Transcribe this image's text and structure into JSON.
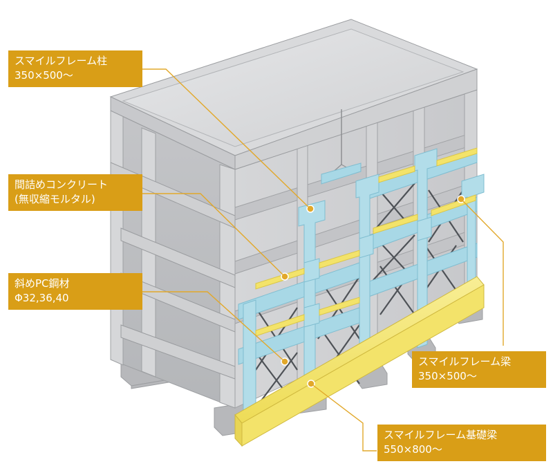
{
  "colors": {
    "concrete_light": "#dcdddf",
    "concrete_mid": "#c9cacc",
    "concrete_dark": "#a6a8ab",
    "frame_blue": "#a8d8e6",
    "frame_blue_dark": "#7fbdd0",
    "foundation_yellow": "#f3e36a",
    "callout_bg": "#d99e17",
    "leader_line": "#e2a82a",
    "callout_text": "#ffffff"
  },
  "labels": {
    "column": {
      "title": "スマイルフレーム柱",
      "size": "350×500～"
    },
    "infill": {
      "title": "間詰めコンクリート",
      "sub": "(無収縮モルタル)"
    },
    "pc_steel": {
      "title": "斜めPC鋼材",
      "size": "Φ32,36,40"
    },
    "beam": {
      "title": "スマイルフレーム梁",
      "size": "350×500～"
    },
    "foundation": {
      "title": "スマイルフレーム基礎梁",
      "size": "550×800～"
    }
  }
}
